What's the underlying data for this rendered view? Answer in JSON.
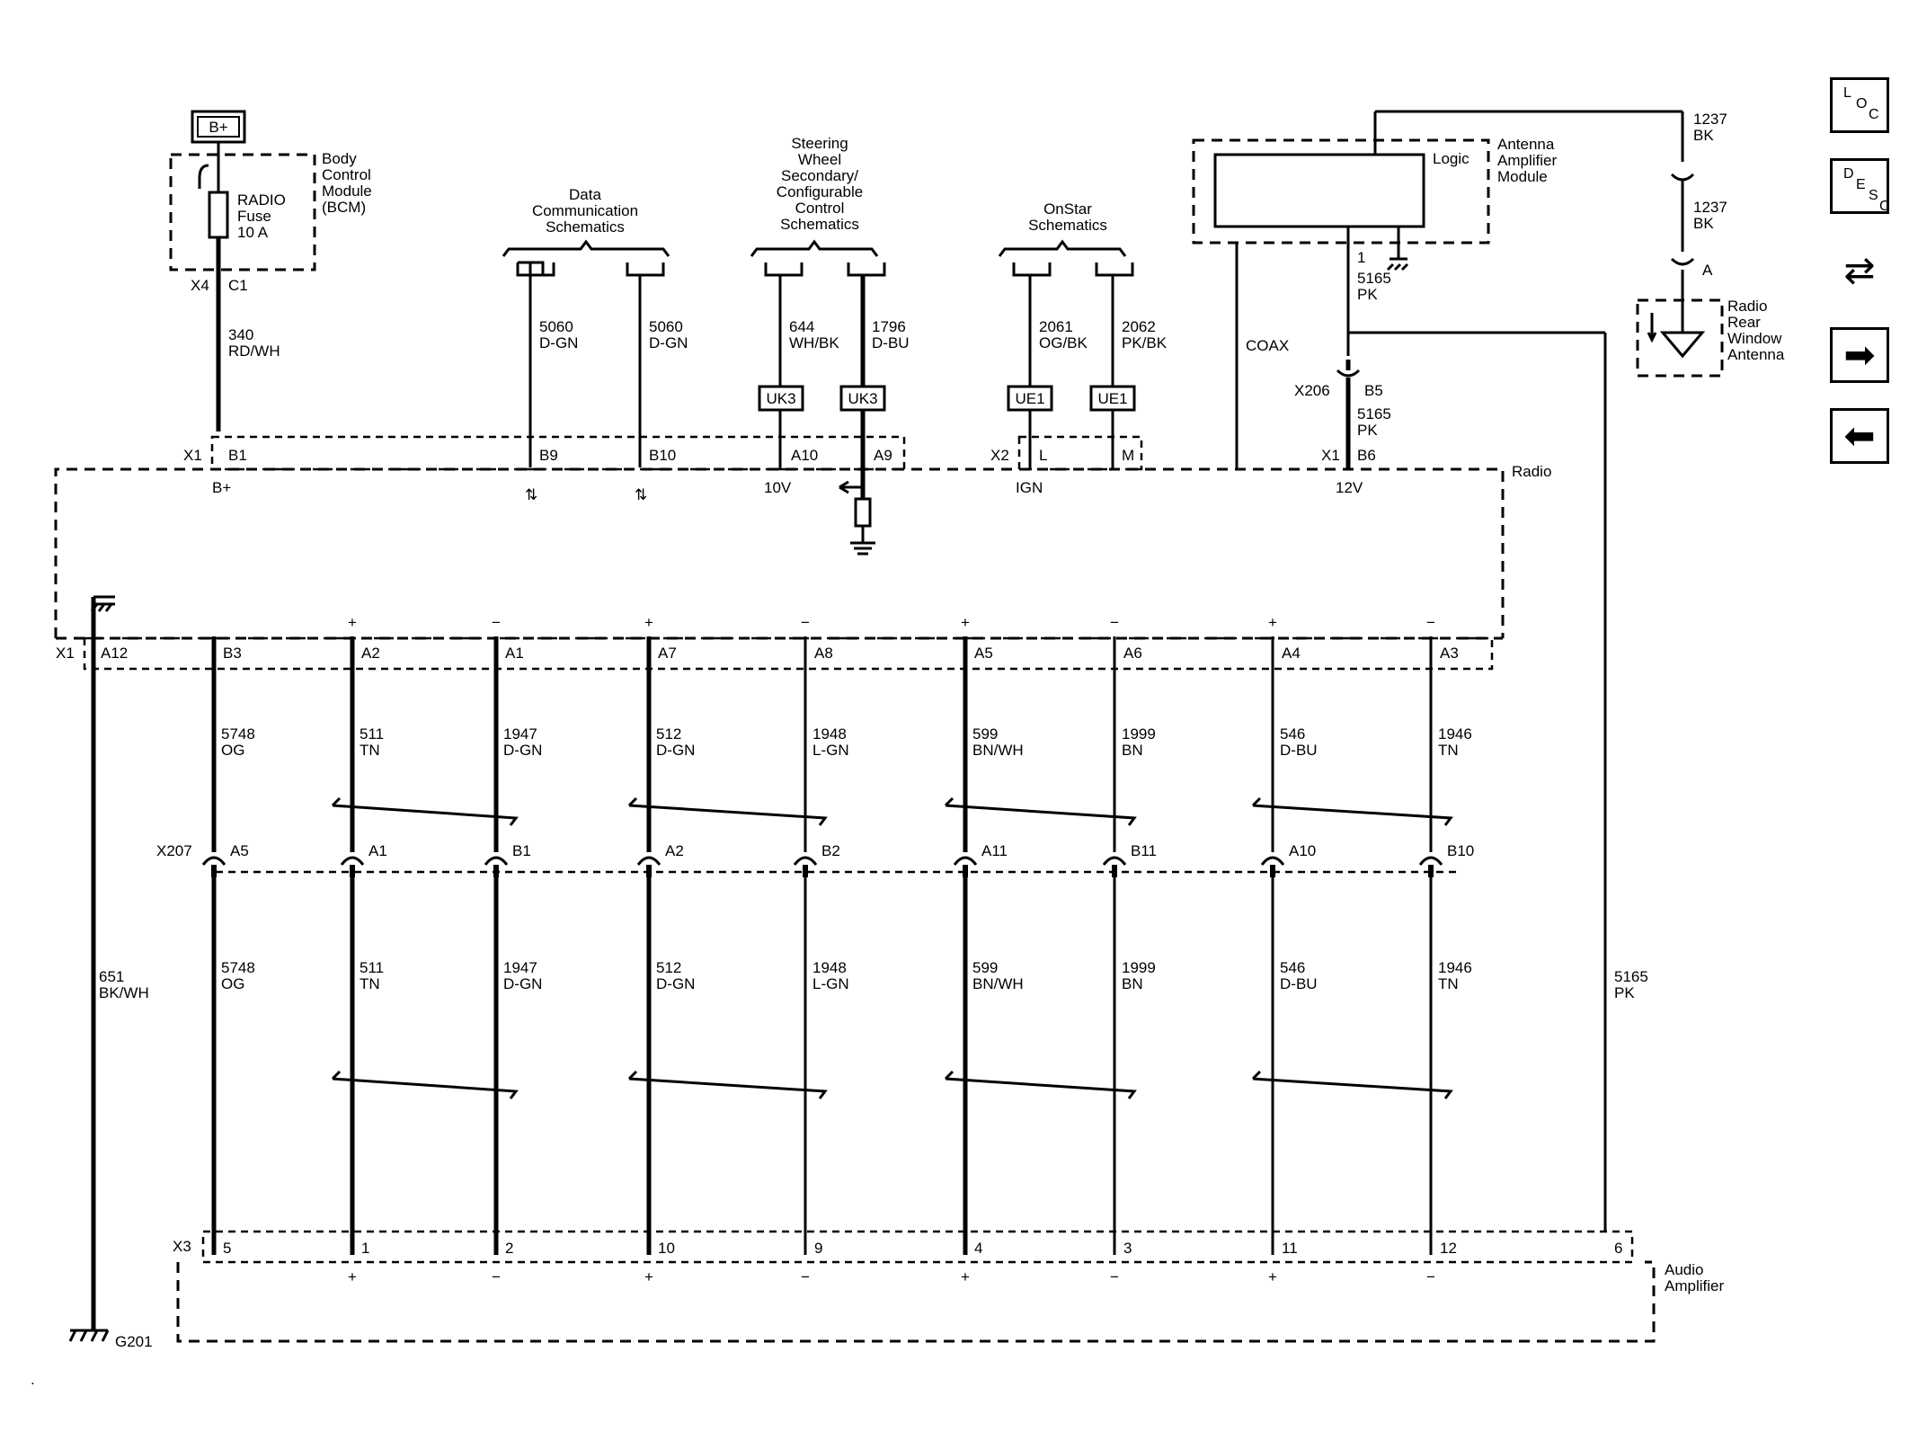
{
  "bplus_label": "B+",
  "bcm": {
    "name": "Body Control Module (BCM)",
    "name_lines": [
      "Body",
      "Control",
      "Module",
      "(BCM)"
    ],
    "fuse_lines": [
      "RADIO",
      "Fuse",
      "10 A"
    ],
    "connector": "X4",
    "pin": "C1"
  },
  "bplus_wire": {
    "circuit": "340",
    "color": "RD/WH"
  },
  "headers": {
    "data_comm": [
      "Data",
      "Communication",
      "Schematics"
    ],
    "steering": [
      "Steering",
      "Wheel",
      "Secondary/",
      "Configurable",
      "Control",
      "Schematics"
    ],
    "onstar": [
      "OnStar",
      "Schematics"
    ]
  },
  "upper_wires": [
    {
      "circuit": "5060",
      "color": "D-GN",
      "pin": "B9"
    },
    {
      "circuit": "5060",
      "color": "D-GN",
      "pin": "B10"
    },
    {
      "circuit": "644",
      "color": "WH/BK",
      "pin": "A10",
      "tag": "UK3",
      "note": "10V"
    },
    {
      "circuit": "1796",
      "color": "D-BU",
      "pin": "A9",
      "tag": "UK3"
    },
    {
      "circuit": "2061",
      "color": "OG/BK",
      "pin": "L",
      "tag": "UE1"
    },
    {
      "circuit": "2062",
      "color": "PK/BK",
      "pin": "M",
      "tag": "UE1"
    }
  ],
  "radio": {
    "name": "Radio",
    "x1": "X1",
    "x2": "X2",
    "bplus_pin": "B1",
    "bplus_note": "B+",
    "ign_note": "IGN",
    "coax": "COAX",
    "antenna_pin": "B6",
    "antenna_note": "12V"
  },
  "antenna_module": {
    "name_lines": [
      "Antenna",
      "Amplifier",
      "Module"
    ],
    "logic": "Logic",
    "pin": "1",
    "wire": {
      "circuit": "5165",
      "color": "PK"
    },
    "inline": {
      "connector": "X206",
      "pin": "B5"
    },
    "wire2": {
      "circuit": "5165",
      "color": "PK"
    }
  },
  "rear_antenna": {
    "name_lines": [
      "Radio",
      "Rear",
      "Window",
      "Antenna"
    ],
    "wire_a": {
      "circuit": "1237",
      "color": "BK"
    },
    "wire_b": {
      "circuit": "1237",
      "color": "BK"
    },
    "pin": "A"
  },
  "lower": {
    "radio_connector": "X1",
    "inline_connector": "X207",
    "amp_connector": "X3",
    "ground_pin": "A12",
    "ground_wire": {
      "circuit": "651",
      "color": "BK/WH"
    },
    "ground_label": "G201",
    "amp_name_lines": [
      "Audio",
      "Amplifier"
    ],
    "pk_wire": {
      "circuit": "5165",
      "color": "PK",
      "amp_pin": "6"
    },
    "channels": [
      {
        "radio_pin": "B3",
        "circuit": "5748",
        "color": "OG",
        "inline_pin": "A5",
        "amp_pin": "5",
        "polarity": ""
      },
      {
        "radio_pin": "A2",
        "circuit": "511",
        "color": "TN",
        "inline_pin": "A1",
        "amp_pin": "1",
        "polarity": "+"
      },
      {
        "radio_pin": "A1",
        "circuit": "1947",
        "color": "D-GN",
        "inline_pin": "B1",
        "amp_pin": "2",
        "polarity": "−"
      },
      {
        "radio_pin": "A7",
        "circuit": "512",
        "color": "D-GN",
        "inline_pin": "A2",
        "amp_pin": "10",
        "polarity": "+"
      },
      {
        "radio_pin": "A8",
        "circuit": "1948",
        "color": "L-GN",
        "inline_pin": "B2",
        "amp_pin": "9",
        "polarity": "−"
      },
      {
        "radio_pin": "A5",
        "circuit": "599",
        "color": "BN/WH",
        "inline_pin": "A11",
        "amp_pin": "4",
        "polarity": "+"
      },
      {
        "radio_pin": "A6",
        "circuit": "1999",
        "color": "BN",
        "inline_pin": "B11",
        "amp_pin": "3",
        "polarity": "−"
      },
      {
        "radio_pin": "A4",
        "circuit": "546",
        "color": "D-BU",
        "inline_pin": "A10",
        "amp_pin": "11",
        "polarity": "+"
      },
      {
        "radio_pin": "A3",
        "circuit": "1946",
        "color": "TN",
        "inline_pin": "B10",
        "amp_pin": "12",
        "polarity": "−"
      }
    ]
  },
  "nav": [
    {
      "name": "location-button",
      "letters": [
        "L",
        "O",
        "C"
      ]
    },
    {
      "name": "description-button",
      "letters": [
        "D",
        "E",
        "S",
        "C"
      ]
    },
    {
      "name": "connector-tools-icon",
      "glyph": "⇄"
    },
    {
      "name": "next-arrow-button",
      "glyph": "➡"
    },
    {
      "name": "previous-arrow-button",
      "glyph": "⬅"
    }
  ]
}
